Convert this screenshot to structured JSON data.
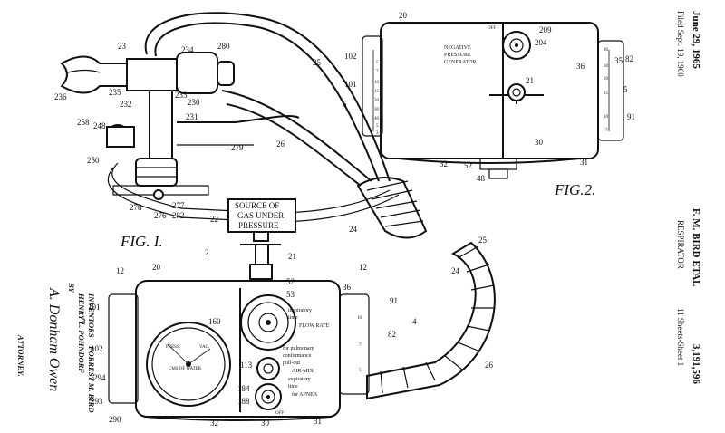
{
  "header": {
    "date": "June 29, 1965",
    "filed": "Filed Sept. 19, 1960",
    "inventor": "F. M. BIRD ETAL",
    "title": "RESPIRATOR",
    "sheets": "11 Sheets-Sheet 1",
    "patent_number": "3,191,596"
  },
  "figures": {
    "fig1": "FIG. I.",
    "fig2": "FIG.2."
  },
  "source_box": [
    "SOURCE OF",
    "GAS UNDER",
    "PRESSURE"
  ],
  "fig2_panel": {
    "generator": [
      "NEGATIVE",
      "PRESSURE",
      "GENERATOR"
    ],
    "off": "OFF"
  },
  "front_panel": {
    "insp_time": [
      "inspiratory",
      "time"
    ],
    "flow_rate": "FLOW RATE",
    "pulmonary": [
      "for pulmonary",
      "conformance",
      "pull-out"
    ],
    "air_mix": "AIR-MIX",
    "exp_time": [
      "expiratory",
      "time"
    ],
    "apnea": "for APNEA",
    "off": "OFF",
    "gauge": [
      "PRESS.",
      "VAC.",
      "CMS OF WATER"
    ]
  },
  "inventors": {
    "label": "INVENTORS",
    "names": [
      "FORREST M. BIRD",
      "HENRY L. POHNDORF"
    ],
    "by": "BY",
    "signature": "A. Donham Owen",
    "role": "ATTORNEY."
  },
  "scale_marks": {
    "fig2_left": [
      "5",
      "7",
      "10",
      "15",
      "20",
      "30",
      "40",
      "5",
      "3"
    ],
    "fig2_right": [
      "40",
      "30",
      "20",
      "15",
      "10",
      "7"
    ],
    "fig1_right": [
      "10",
      "7",
      "5"
    ]
  },
  "refs": {
    "r23": "23",
    "r234": "234",
    "r280": "280",
    "r25a": "25",
    "r20a": "20",
    "r209": "209",
    "r204": "204",
    "r102a": "102",
    "r101a": "101",
    "r5a": "5",
    "r21a": "21",
    "r35": "35",
    "r82a": "82",
    "r36a": "36",
    "r5b": "5",
    "r91a": "91",
    "r236": "236",
    "r235": "235",
    "r233": "233",
    "r232": "232",
    "r230": "230",
    "r231": "231",
    "r258": "258",
    "r248": "248",
    "r279": "279",
    "r26a": "26",
    "r30a": "30",
    "r31a": "31",
    "r32a": "32",
    "r52a": "52",
    "r48": "48",
    "r250": "250",
    "r278": "278",
    "r277": "277",
    "r276": "276",
    "r282": "282",
    "r22": "22",
    "r24a": "24",
    "r21b": "21",
    "r25b": "25",
    "r24b": "24",
    "r2": "2",
    "r20b": "20",
    "r12a": "12",
    "r12b": "12",
    "r3": "3",
    "r101b": "101",
    "r102b": "102",
    "r160": "160",
    "r53": "53",
    "r52b": "52",
    "r36b": "36",
    "r91b": "91",
    "r82b": "82",
    "r4": "4",
    "r113": "113",
    "r184": "184",
    "r188": "188",
    "r294": "294",
    "r293": "293",
    "r290": "290",
    "r32b": "32",
    "r30b": "30",
    "r31b": "31",
    "r26b": "26"
  }
}
